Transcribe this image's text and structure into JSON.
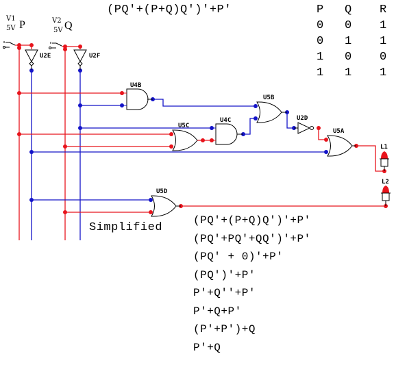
{
  "title_expression": "(PQ'+(P+Q)Q')'+P'",
  "truth_table": {
    "headers": [
      "P",
      "Q",
      "R"
    ],
    "rows": [
      [
        "0",
        "0",
        "1"
      ],
      [
        "0",
        "1",
        "1"
      ],
      [
        "1",
        "0",
        "0"
      ],
      [
        "1",
        "1",
        "1"
      ]
    ]
  },
  "sources": [
    {
      "name": "V1",
      "voltage": "5V",
      "variable": "P"
    },
    {
      "name": "V2",
      "voltage": "5V",
      "variable": "Q"
    }
  ],
  "components": {
    "inverters": [
      "U2E",
      "U2F",
      "U2D"
    ],
    "and_gates": [
      "U4B",
      "U4C"
    ],
    "or_gates": [
      "U5C",
      "U5B",
      "U5A",
      "U5D"
    ],
    "lamps": [
      "L1",
      "L2"
    ]
  },
  "simplified_label": "Simplified",
  "simplification_steps": [
    "(PQ'+(P+Q)Q')'+P'",
    "(PQ'+PQ'+QQ')'+P'",
    "(PQ' + 0)'+P'",
    "(PQ')'+P'",
    "P'+Q''+P'",
    "P'+Q+P'",
    "(P'+P')+Q",
    "P'+Q"
  ],
  "colors": {
    "high_wire": "#e8141c",
    "low_wire": "#1414c8",
    "lamp_on": "#e8141c",
    "gate_outline": "#000000"
  }
}
